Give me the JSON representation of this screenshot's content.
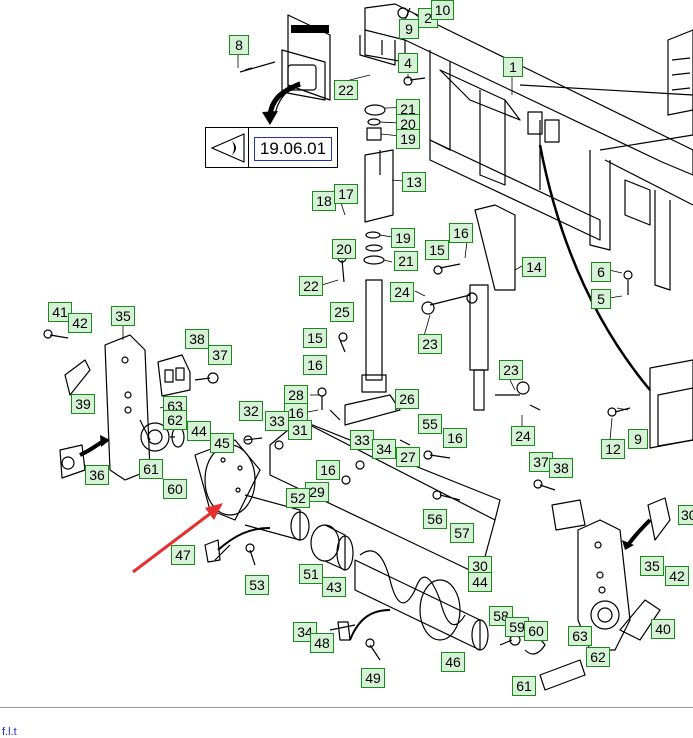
{
  "reference_page": "19.06.01",
  "footer_link": "f.l.t",
  "colors": {
    "callout_border": "#1a8a1a",
    "callout_fill": "#d6f2d6",
    "arrow": "#e53030",
    "line": "#000000"
  },
  "callouts": [
    {
      "id": "c1",
      "label": "1"
    },
    {
      "id": "c2",
      "label": "2"
    },
    {
      "id": "c3",
      "label": "10"
    },
    {
      "id": "c4",
      "label": "9"
    },
    {
      "id": "c5",
      "label": "8"
    },
    {
      "id": "c6",
      "label": "4"
    },
    {
      "id": "c7",
      "label": "22"
    },
    {
      "id": "c8",
      "label": "21"
    },
    {
      "id": "c9",
      "label": "20"
    },
    {
      "id": "c10",
      "label": "19"
    },
    {
      "id": "c11",
      "label": "13"
    },
    {
      "id": "c12",
      "label": "18"
    },
    {
      "id": "c13",
      "label": "17"
    },
    {
      "id": "c14",
      "label": "19"
    },
    {
      "id": "c15",
      "label": "20"
    },
    {
      "id": "c16",
      "label": "21"
    },
    {
      "id": "c17",
      "label": "22"
    },
    {
      "id": "c18",
      "label": "15"
    },
    {
      "id": "c19",
      "label": "16"
    },
    {
      "id": "c20",
      "label": "14"
    },
    {
      "id": "c21",
      "label": "6"
    },
    {
      "id": "c22",
      "label": "5"
    },
    {
      "id": "c23",
      "label": "24"
    },
    {
      "id": "c24",
      "label": "25"
    },
    {
      "id": "c25",
      "label": "23"
    },
    {
      "id": "c26",
      "label": "15"
    },
    {
      "id": "c27",
      "label": "16"
    },
    {
      "id": "c28",
      "label": "41"
    },
    {
      "id": "c29",
      "label": "42"
    },
    {
      "id": "c30",
      "label": "35"
    },
    {
      "id": "c31",
      "label": "38"
    },
    {
      "id": "c32",
      "label": "37"
    },
    {
      "id": "c33",
      "label": "39"
    },
    {
      "id": "c34",
      "label": "28"
    },
    {
      "id": "c35",
      "label": "16"
    },
    {
      "id": "c36",
      "label": "63"
    },
    {
      "id": "c37",
      "label": "62"
    },
    {
      "id": "c38",
      "label": "32"
    },
    {
      "id": "c39",
      "label": "33"
    },
    {
      "id": "c40",
      "label": "31"
    },
    {
      "id": "c41",
      "label": "26"
    },
    {
      "id": "c42",
      "label": "23"
    },
    {
      "id": "c43",
      "label": "24"
    },
    {
      "id": "c44",
      "label": "12"
    },
    {
      "id": "c45",
      "label": "9"
    },
    {
      "id": "c46",
      "label": "44"
    },
    {
      "id": "c47",
      "label": "45"
    },
    {
      "id": "c48",
      "label": "61"
    },
    {
      "id": "c49",
      "label": "36"
    },
    {
      "id": "c50",
      "label": "60"
    },
    {
      "id": "c51",
      "label": "55"
    },
    {
      "id": "c52",
      "label": "16"
    },
    {
      "id": "c53",
      "label": "33"
    },
    {
      "id": "c54",
      "label": "34"
    },
    {
      "id": "c55",
      "label": "27"
    },
    {
      "id": "c56",
      "label": "16"
    },
    {
      "id": "c57",
      "label": "37"
    },
    {
      "id": "c58",
      "label": "38"
    },
    {
      "id": "c59",
      "label": "29"
    },
    {
      "id": "c60",
      "label": "52"
    },
    {
      "id": "c61",
      "label": "56"
    },
    {
      "id": "c62",
      "label": "57"
    },
    {
      "id": "c63",
      "label": "30"
    },
    {
      "id": "c64",
      "label": "47"
    },
    {
      "id": "c65",
      "label": "53"
    },
    {
      "id": "c66",
      "label": "51"
    },
    {
      "id": "c67",
      "label": "43"
    },
    {
      "id": "c68",
      "label": "30"
    },
    {
      "id": "c69",
      "label": "35"
    },
    {
      "id": "c70",
      "label": "44"
    },
    {
      "id": "c71",
      "label": "42"
    },
    {
      "id": "c72",
      "label": "40"
    },
    {
      "id": "c73",
      "label": "34"
    },
    {
      "id": "c74",
      "label": "48"
    },
    {
      "id": "c75",
      "label": "58"
    },
    {
      "id": "c76",
      "label": "59"
    },
    {
      "id": "c77",
      "label": "60"
    },
    {
      "id": "c78",
      "label": "63"
    },
    {
      "id": "c79",
      "label": "62"
    },
    {
      "id": "c80",
      "label": "46"
    },
    {
      "id": "c81",
      "label": "49"
    },
    {
      "id": "c82",
      "label": "61"
    }
  ]
}
